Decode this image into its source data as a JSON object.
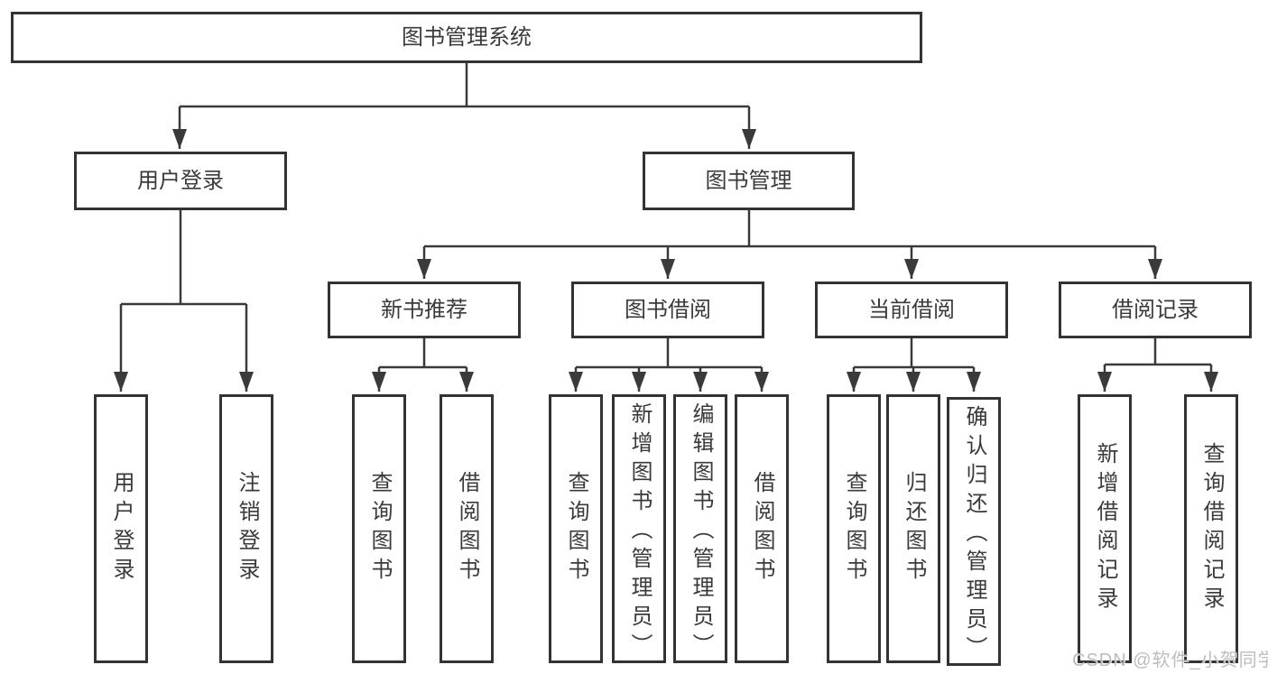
{
  "diagram": {
    "root": "图书管理系统",
    "level2": {
      "user_login": "用户登录",
      "book_mgmt": "图书管理"
    },
    "level3": {
      "new_books": "新书推荐",
      "book_borrow": "图书借阅",
      "current_borrow": "当前借阅",
      "borrow_records": "借阅记录"
    },
    "leaves": {
      "user": [
        "用户登录",
        "注销登录"
      ],
      "new_books": [
        "查询图书",
        "借阅图书"
      ],
      "book_borrow": [
        "查询图书",
        "新增图书（管理员）",
        "编辑图书（管理员）",
        "借阅图书"
      ],
      "current_borrow": [
        "查询图书",
        "归还图书",
        "确认归还（管理员）"
      ],
      "borrow_records": [
        "新增借阅记录",
        "查询借阅记录"
      ]
    }
  },
  "watermark": "CSDN @软件_小贺同学",
  "colors": {
    "line": "#3a3a3a",
    "box_border": "#333333",
    "text": "#3a3a3a",
    "background": "#ffffff",
    "watermark": "#bcbcbc"
  }
}
